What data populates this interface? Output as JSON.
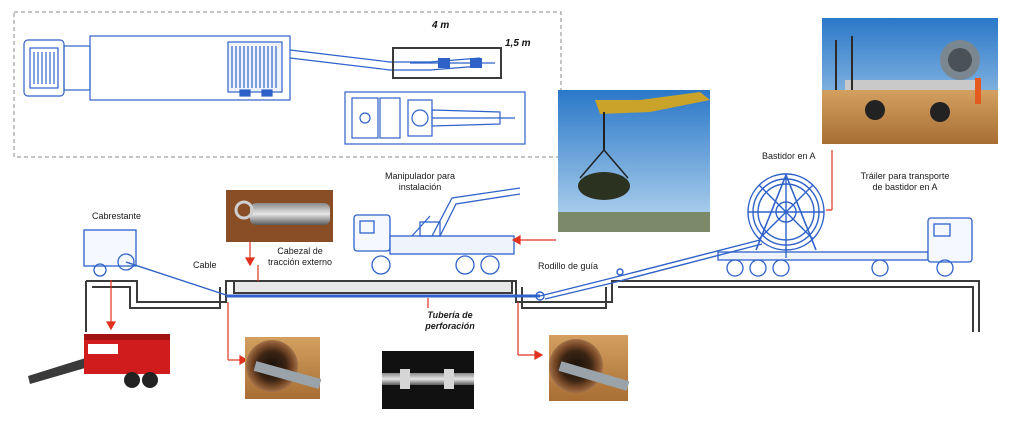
{
  "dimensions": {
    "length": "4 m",
    "width": "1,5 m"
  },
  "labels": {
    "winch": "Cabrestante",
    "cable": "Cable",
    "pulling_head_line1": "Cabezal de",
    "pulling_head_line2": "tracción externo",
    "manipulator_line1": "Manipulador para",
    "manipulator_line2": "instalación",
    "a_frame": "Bastidor en A",
    "trailer_line1": "Tráiler para transporte",
    "trailer_line2": "de bastidor en A",
    "guide_roller": "Rodillo de guía",
    "pipe_line1": "Tubería de",
    "pipe_line2": "perforación"
  },
  "colors": {
    "line": "#2f62c9",
    "callout": "#e0321e",
    "ground": "#3b3b3b"
  }
}
